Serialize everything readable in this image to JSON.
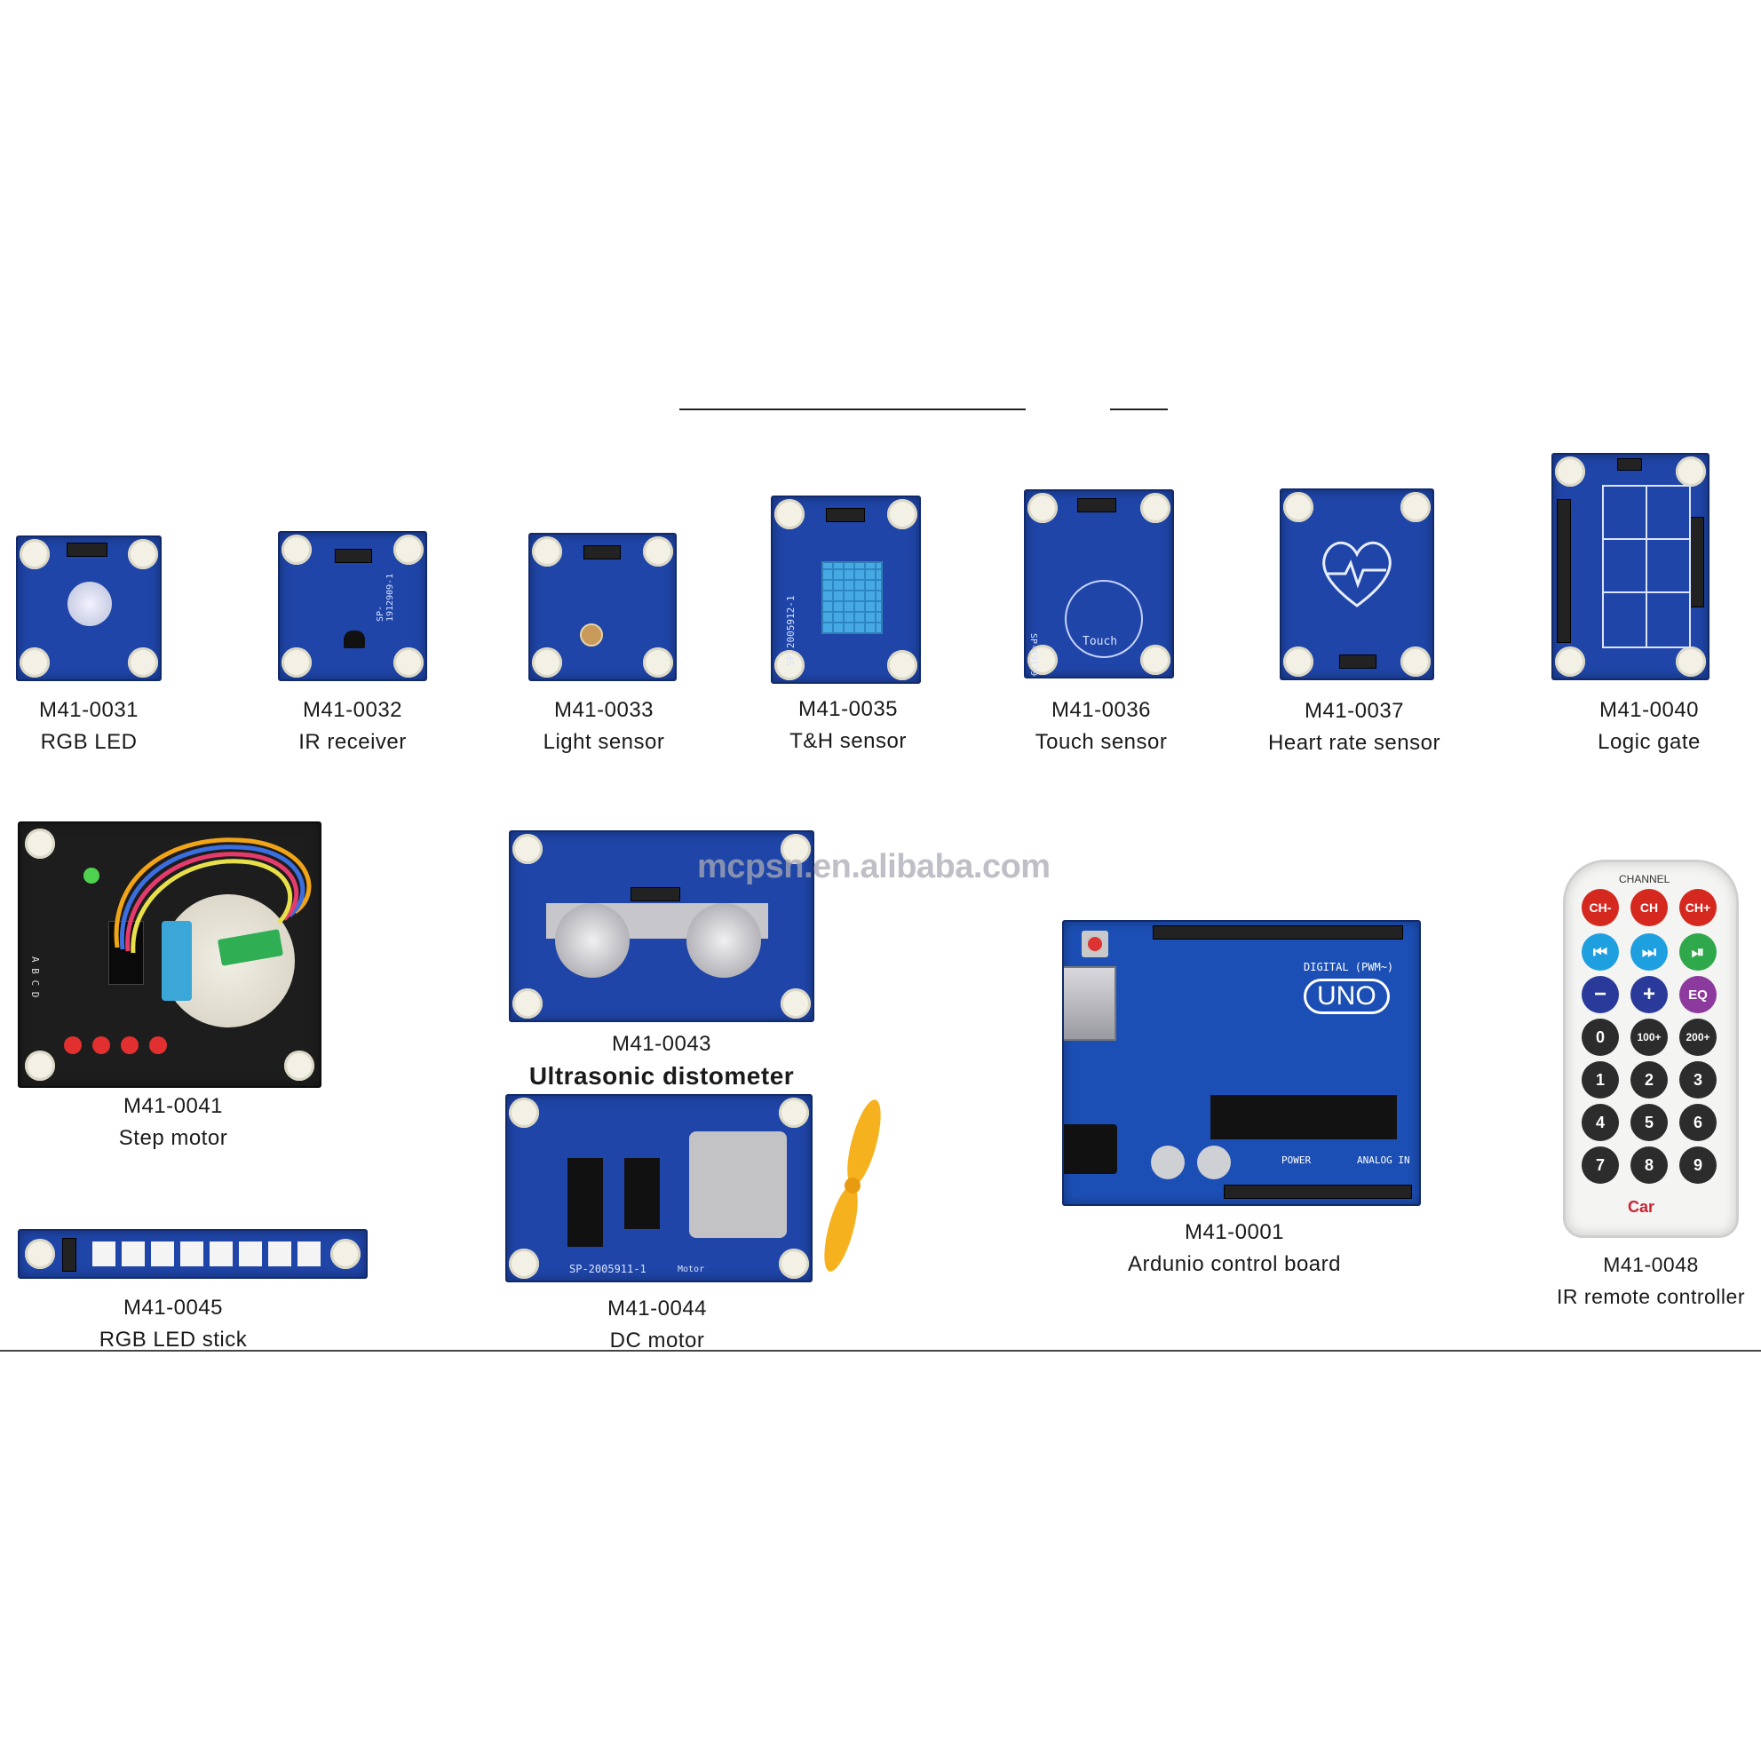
{
  "watermark": "mcpsn.en.alibaba.com",
  "modules": [
    {
      "code": "M41-0031",
      "name": "RGB LED"
    },
    {
      "code": "M41-0032",
      "name": "IR receiver"
    },
    {
      "code": "M41-0033",
      "name": "Light sensor"
    },
    {
      "code": "M41-0035",
      "name": "T&H sensor"
    },
    {
      "code": "M41-0036",
      "name": "Touch sensor"
    },
    {
      "code": "M41-0037",
      "name": "Heart rate sensor"
    },
    {
      "code": "M41-0040",
      "name": "Logic gate"
    },
    {
      "code": "M41-0041",
      "name": "Step motor"
    },
    {
      "code": "M41-0043",
      "name": "Ultrasonic distometer"
    },
    {
      "code": "M41-0044",
      "name": "DC motor"
    },
    {
      "code": "M41-0001",
      "name": "Ardunio control board"
    },
    {
      "code": "M41-0048",
      "name": "IR remote controller"
    },
    {
      "code": "M41-0045",
      "name": "RGB LED stick"
    }
  ],
  "silkscreen": {
    "touch": "Touch",
    "uno": "UNO",
    "digital": "DIGITAL (PWM~)",
    "power": "POWER",
    "analog": "ANALOG IN",
    "th_id": "SP-2005912-1",
    "touch_id": "SP-1912908-1",
    "ir_id": "SP-1912909-1",
    "dc_id": "SP-2005911-1",
    "dc_motor": "Motor",
    "step_abcd": "A B C D"
  },
  "remote": {
    "header": "CHANNEL",
    "keys": [
      "CH-",
      "CH",
      "CH+",
      "⏮",
      "⏭",
      "⏯",
      "−",
      "+",
      "EQ",
      "0",
      "100+",
      "200+",
      "1",
      "2",
      "3",
      "4",
      "5",
      "6",
      "7",
      "8",
      "9"
    ],
    "logo": "Car"
  }
}
